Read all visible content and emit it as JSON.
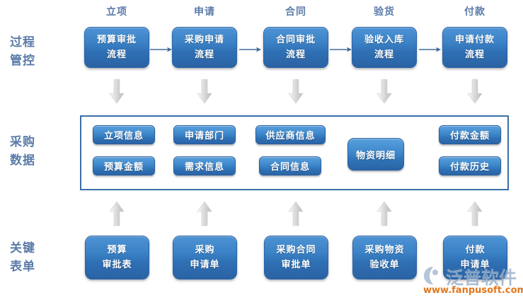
{
  "rows": {
    "process": {
      "label": "过程\n管控"
    },
    "data": {
      "label": "采购\n数据"
    },
    "forms": {
      "label": "关键\n表单"
    }
  },
  "stages": [
    {
      "caption": "立项"
    },
    {
      "caption": "申请"
    },
    {
      "caption": "合同"
    },
    {
      "caption": "验货"
    },
    {
      "caption": "付款"
    }
  ],
  "process_boxes": [
    {
      "line1": "预算审批",
      "line2": "流程"
    },
    {
      "line1": "采购申请",
      "line2": "流程"
    },
    {
      "line1": "合同审批",
      "line2": "流程"
    },
    {
      "line1": "验收入库",
      "line2": "流程"
    },
    {
      "line1": "申请付款",
      "line2": "流程"
    }
  ],
  "data_chips": [
    {
      "label": "立项信息"
    },
    {
      "label": "申请部门"
    },
    {
      "label": "供应商信息"
    },
    {
      "label": "付款金额"
    },
    {
      "label": "预算金额"
    },
    {
      "label": "需求信息"
    },
    {
      "label": "合同信息"
    },
    {
      "label": "付款历史"
    },
    {
      "label": "物资明细"
    }
  ],
  "form_boxes": [
    {
      "line1": "预算",
      "line2": "审批表"
    },
    {
      "line1": "采购",
      "line2": "申请单"
    },
    {
      "line1": "采购合同",
      "line2": "审批单"
    },
    {
      "line1": "采购物资",
      "line2": "验收单"
    },
    {
      "line1": "付款",
      "line2": "申请单"
    }
  ],
  "watermark": {
    "brand": "泛普软件",
    "url": "www.fanpusoft.com"
  },
  "colors": {
    "box_blue_top": "#4d93d4",
    "box_blue_bottom": "#2a63a4",
    "label_blue": "#5b7ba9",
    "panel_border": "#3b6fa8",
    "arrow_gray": "#d9d9d9",
    "watermark_orange": "#e2761c"
  }
}
